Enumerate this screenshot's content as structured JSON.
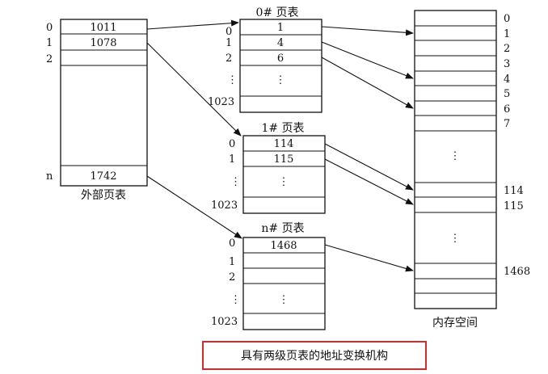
{
  "outer_table": {
    "row_labels": [
      "0",
      "1",
      "2",
      "n"
    ],
    "values": [
      "1011",
      "1078",
      "1742"
    ],
    "caption": "外部页表"
  },
  "page_table_0": {
    "title": "0# 页表",
    "row_labels": [
      "0",
      "1",
      "2",
      "⋮",
      "1023"
    ],
    "values": [
      "1",
      "4",
      "6"
    ],
    "ellipsis": "⋮"
  },
  "page_table_1": {
    "title": "1# 页表",
    "row_labels": [
      "0",
      "1",
      "⋮",
      "1023"
    ],
    "values": [
      "114",
      "115"
    ],
    "ellipsis": "⋮"
  },
  "page_table_n": {
    "title": "n# 页表",
    "row_labels": [
      "0",
      "1",
      "2",
      "⋮",
      "1023"
    ],
    "values": [
      "1468"
    ],
    "ellipsis": "⋮"
  },
  "memory": {
    "labels": [
      "0",
      "1",
      "2",
      "3",
      "4",
      "5",
      "6",
      "7",
      "114",
      "115",
      "1468"
    ],
    "ellipsis": "⋮",
    "caption": "内存空间"
  },
  "figure_caption": "具有两级页表的地址变换机构"
}
